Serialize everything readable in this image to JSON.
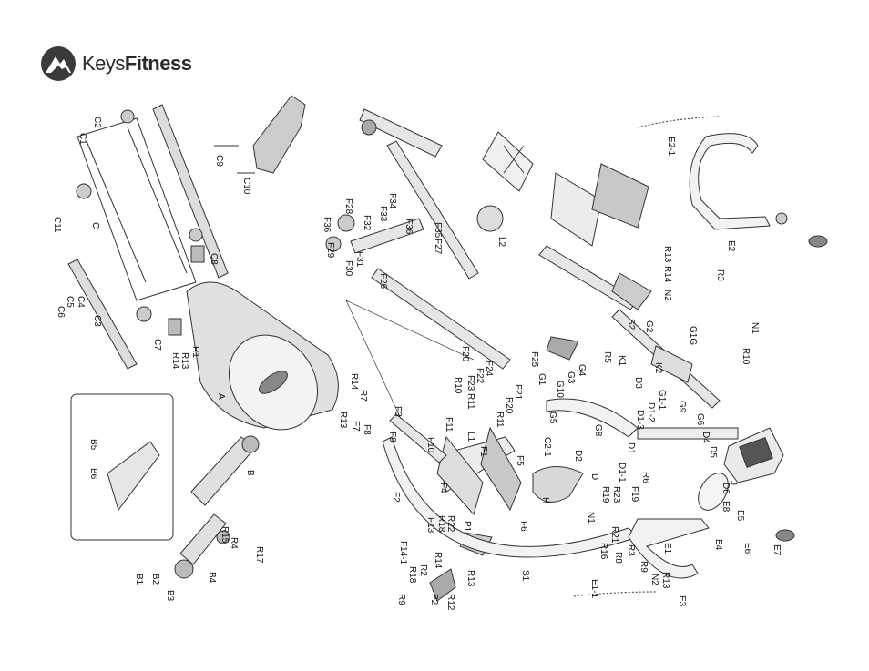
{
  "brand": {
    "name_light": "Keys",
    "name_bold": "Fitness",
    "logo_icon": "keys-fitness-mark-icon"
  },
  "colors": {
    "ink": "#1a1a1a",
    "line": "#333333",
    "paper": "#ffffff",
    "shade": "#9a9a9a"
  },
  "diagram": {
    "kind": "exploded parts diagram",
    "parts": [
      {
        "id": "c1",
        "label": "C1"
      },
      {
        "id": "c2",
        "label": "C2"
      },
      {
        "id": "c9",
        "label": "C9"
      },
      {
        "id": "c10",
        "label": "C10"
      },
      {
        "id": "c",
        "label": "C"
      },
      {
        "id": "c11",
        "label": "C11"
      },
      {
        "id": "c8",
        "label": "C8"
      },
      {
        "id": "c5",
        "label": "C5"
      },
      {
        "id": "c4",
        "label": "C4"
      },
      {
        "id": "c6",
        "label": "C6"
      },
      {
        "id": "c3",
        "label": "C3"
      },
      {
        "id": "c7",
        "label": "C7"
      },
      {
        "id": "r1",
        "label": "R1"
      },
      {
        "id": "r13a",
        "label": "R13"
      },
      {
        "id": "r14a",
        "label": "R14"
      },
      {
        "id": "a",
        "label": "A"
      },
      {
        "id": "r14b",
        "label": "R14"
      },
      {
        "id": "r7",
        "label": "R7"
      },
      {
        "id": "r13b",
        "label": "R13"
      },
      {
        "id": "f7",
        "label": "F7"
      },
      {
        "id": "b5",
        "label": "B5"
      },
      {
        "id": "b6",
        "label": "B6"
      },
      {
        "id": "b",
        "label": "B"
      },
      {
        "id": "r15",
        "label": "R15"
      },
      {
        "id": "r4",
        "label": "R4"
      },
      {
        "id": "r17",
        "label": "R17"
      },
      {
        "id": "b1",
        "label": "B1"
      },
      {
        "id": "b2",
        "label": "B2"
      },
      {
        "id": "b3",
        "label": "B3"
      },
      {
        "id": "b4",
        "label": "B4"
      },
      {
        "id": "f28",
        "label": "F28"
      },
      {
        "id": "f34",
        "label": "F34"
      },
      {
        "id": "f33",
        "label": "F33"
      },
      {
        "id": "f36a",
        "label": "F36"
      },
      {
        "id": "f32",
        "label": "F32"
      },
      {
        "id": "f36b",
        "label": "F36"
      },
      {
        "id": "f29",
        "label": "F29"
      },
      {
        "id": "f31",
        "label": "F31"
      },
      {
        "id": "f30",
        "label": "F30"
      },
      {
        "id": "f35",
        "label": "F35"
      },
      {
        "id": "f27",
        "label": "F27"
      },
      {
        "id": "f26",
        "label": "F26"
      },
      {
        "id": "l2",
        "label": "L2"
      },
      {
        "id": "f20",
        "label": "F20"
      },
      {
        "id": "f25",
        "label": "F25"
      },
      {
        "id": "f24",
        "label": "F24"
      },
      {
        "id": "f22",
        "label": "F22"
      },
      {
        "id": "f23",
        "label": "F23"
      },
      {
        "id": "f21",
        "label": "F21"
      },
      {
        "id": "r10a",
        "label": "R10"
      },
      {
        "id": "r11a",
        "label": "R11"
      },
      {
        "id": "r20",
        "label": "R20"
      },
      {
        "id": "r11b",
        "label": "R11"
      },
      {
        "id": "f3",
        "label": "F3"
      },
      {
        "id": "f8",
        "label": "F8"
      },
      {
        "id": "f9",
        "label": "F9"
      },
      {
        "id": "f10",
        "label": "F10"
      },
      {
        "id": "f11",
        "label": "F11"
      },
      {
        "id": "l1",
        "label": "L1"
      },
      {
        "id": "f1",
        "label": "F1"
      },
      {
        "id": "f5",
        "label": "F5"
      },
      {
        "id": "f4",
        "label": "F4"
      },
      {
        "id": "f2",
        "label": "F2"
      },
      {
        "id": "f6",
        "label": "F6"
      },
      {
        "id": "f13",
        "label": "F13"
      },
      {
        "id": "r18a",
        "label": "R18"
      },
      {
        "id": "r22",
        "label": "R22"
      },
      {
        "id": "p1",
        "label": "P1"
      },
      {
        "id": "f14",
        "label": "F14-1"
      },
      {
        "id": "r14c",
        "label": "R14"
      },
      {
        "id": "r18b",
        "label": "R18"
      },
      {
        "id": "r2",
        "label": "R2"
      },
      {
        "id": "r9",
        "label": "R9"
      },
      {
        "id": "p2",
        "label": "P2"
      },
      {
        "id": "r12",
        "label": "R12"
      },
      {
        "id": "r13c",
        "label": "R13"
      },
      {
        "id": "s1",
        "label": "S1"
      },
      {
        "id": "e21",
        "label": "E2-1"
      },
      {
        "id": "e2",
        "label": "E2"
      },
      {
        "id": "r13d",
        "label": "R13"
      },
      {
        "id": "r14d",
        "label": "R14"
      },
      {
        "id": "r3",
        "label": "R3"
      },
      {
        "id": "n2a",
        "label": "N2"
      },
      {
        "id": "n1",
        "label": "N1"
      },
      {
        "id": "r10b",
        "label": "R10"
      },
      {
        "id": "g1g",
        "label": "G1G"
      },
      {
        "id": "s2",
        "label": "S2"
      },
      {
        "id": "g2",
        "label": "G2"
      },
      {
        "id": "r5",
        "label": "R5"
      },
      {
        "id": "k1",
        "label": "K1"
      },
      {
        "id": "k2",
        "label": "K2"
      },
      {
        "id": "d3",
        "label": "D3"
      },
      {
        "id": "g1",
        "label": "G1"
      },
      {
        "id": "g10",
        "label": "G10"
      },
      {
        "id": "g3",
        "label": "G3"
      },
      {
        "id": "g4",
        "label": "G4"
      },
      {
        "id": "g5",
        "label": "G5"
      },
      {
        "id": "g8",
        "label": "G8"
      },
      {
        "id": "g9",
        "label": "G9"
      },
      {
        "id": "g6",
        "label": "G6"
      },
      {
        "id": "g11",
        "label": "G1-1"
      },
      {
        "id": "d12",
        "label": "D1-2"
      },
      {
        "id": "d13",
        "label": "D1-3"
      },
      {
        "id": "d4",
        "label": "D4"
      },
      {
        "id": "d5",
        "label": "D5"
      },
      {
        "id": "d2",
        "label": "D2"
      },
      {
        "id": "d1",
        "label": "D1"
      },
      {
        "id": "d",
        "label": "D"
      },
      {
        "id": "r6",
        "label": "R6"
      },
      {
        "id": "d11",
        "label": "D1-1"
      },
      {
        "id": "c21",
        "label": "C2-1"
      },
      {
        "id": "h",
        "label": "H"
      },
      {
        "id": "r19",
        "label": "R19"
      },
      {
        "id": "r23",
        "label": "R23"
      },
      {
        "id": "f19",
        "label": "F19"
      },
      {
        "id": "n1b",
        "label": "N1"
      },
      {
        "id": "j",
        "label": "J"
      },
      {
        "id": "d6",
        "label": "D6"
      },
      {
        "id": "e8",
        "label": "E8"
      },
      {
        "id": "e5",
        "label": "E5"
      },
      {
        "id": "e6",
        "label": "E6"
      },
      {
        "id": "e4",
        "label": "E4"
      },
      {
        "id": "e7",
        "label": "E7"
      },
      {
        "id": "r21",
        "label": "R21"
      },
      {
        "id": "r16",
        "label": "R16"
      },
      {
        "id": "r8",
        "label": "R8"
      },
      {
        "id": "r3b",
        "label": "R3"
      },
      {
        "id": "r9b",
        "label": "R9"
      },
      {
        "id": "n2b",
        "label": "N2"
      },
      {
        "id": "e1",
        "label": "E1"
      },
      {
        "id": "r13e",
        "label": "R13"
      },
      {
        "id": "e3",
        "label": "E3"
      },
      {
        "id": "e11",
        "label": "E1-1"
      }
    ]
  }
}
